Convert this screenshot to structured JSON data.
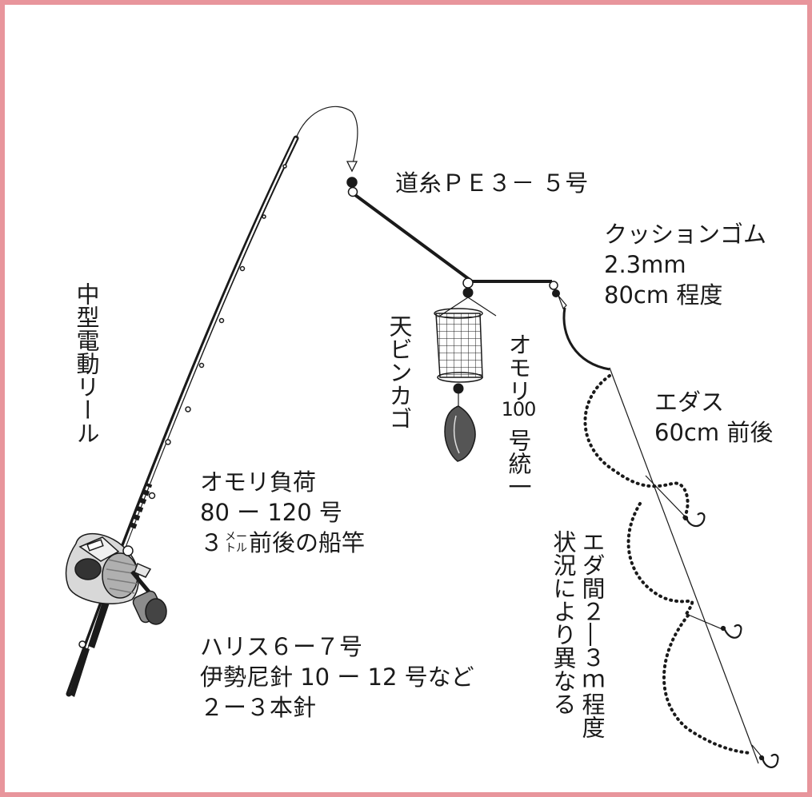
{
  "colors": {
    "frame": "#e8959c",
    "ink": "#1a1a1a",
    "reel_gray": "#9a9a9a",
    "sinker": "#555555"
  },
  "labels": {
    "main_line": "道糸ＰＥ３－ ５号",
    "cushion": [
      "クッションゴム",
      "2.3mm",
      "80cm 程度"
    ],
    "edasu": [
      "エダス",
      "60cm 前後"
    ],
    "reel": "中型電動リール",
    "tenbin": "天ビンカゴ",
    "omori": [
      "オモリ",
      "100",
      "号統一"
    ],
    "rod": [
      "オモリ負荷",
      "80 ー 120 号"
    ],
    "rod_length": {
      "num": "３",
      "unit_top": "メー",
      "unit_bottom": "トル",
      "rest": "前後の船竿"
    },
    "harisu": [
      "ハリス６ー７号",
      "伊勢尼針 10 ー 12 号など",
      "２ー３本針"
    ],
    "eda_gap": [
      "エダ間２―３ｍ程度",
      "状況により異なる"
    ]
  }
}
